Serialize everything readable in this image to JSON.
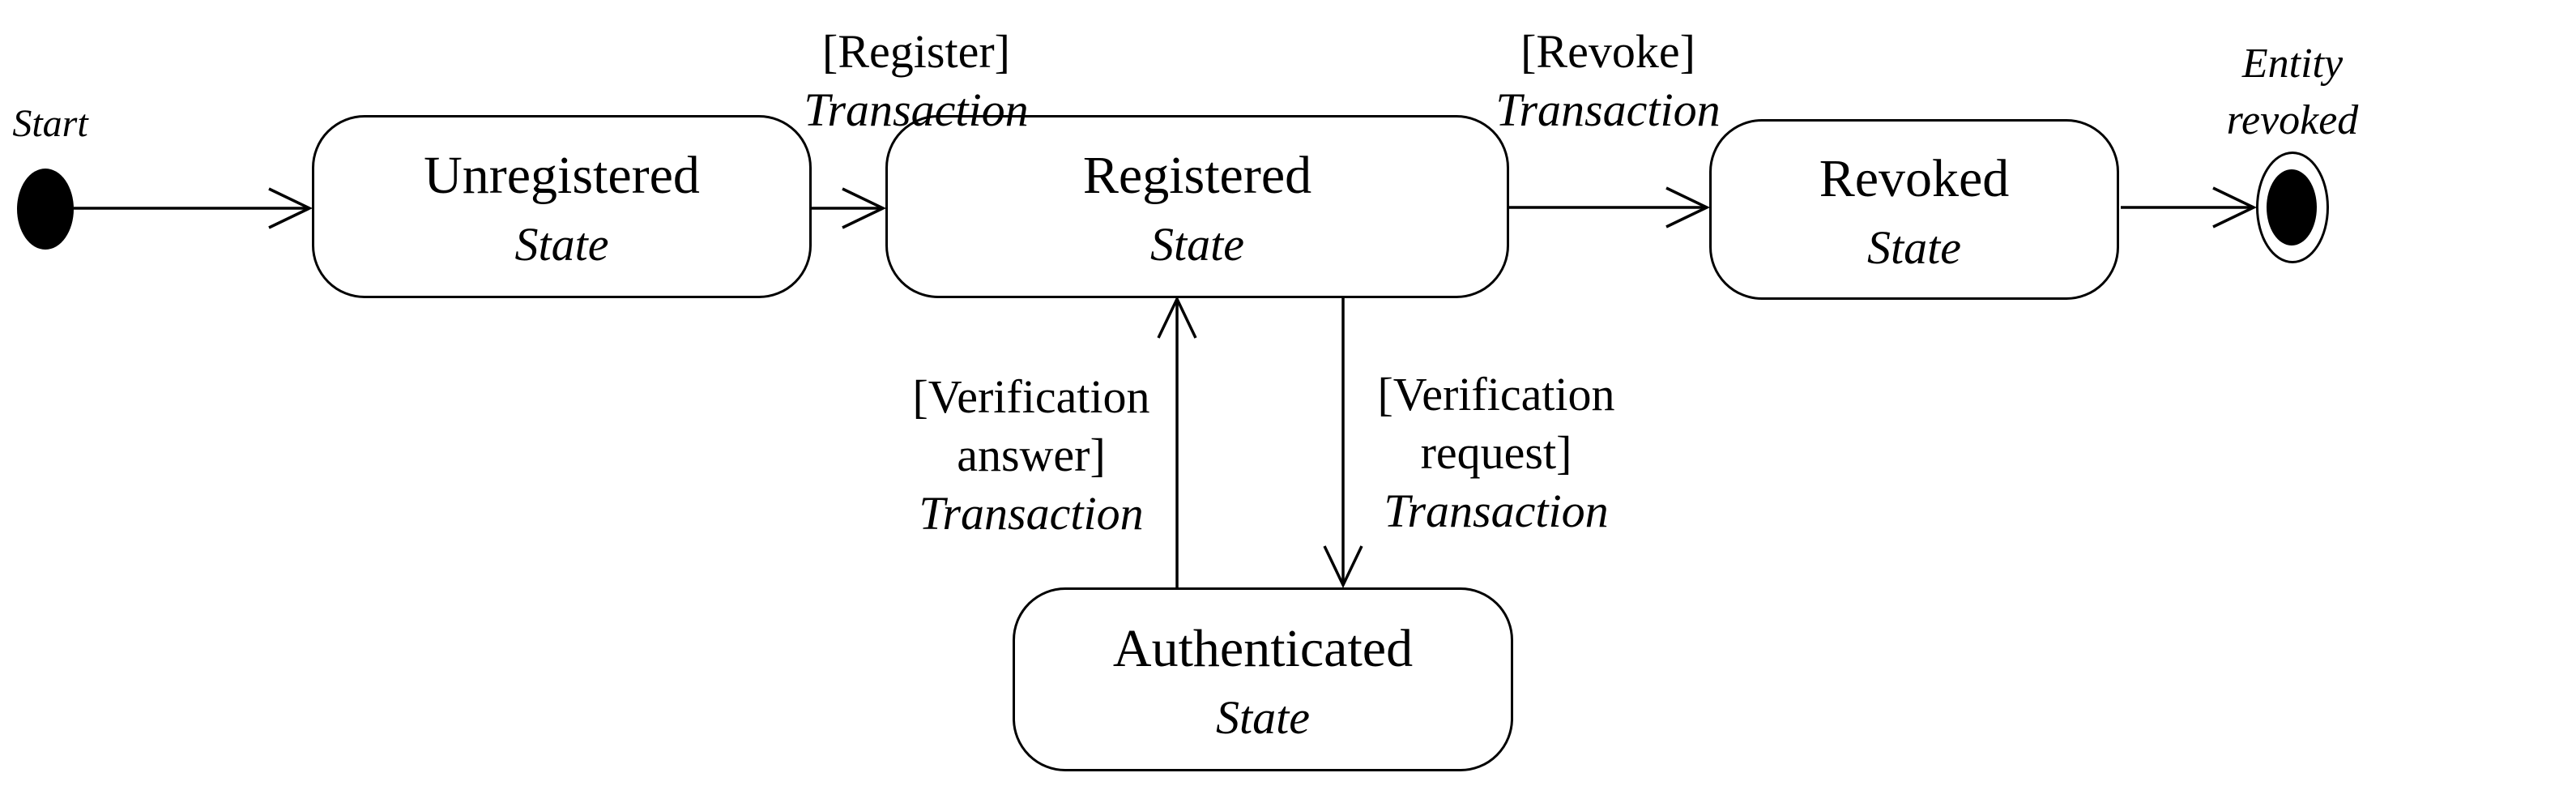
{
  "diagram": {
    "type": "uml-state-diagram",
    "colors": {
      "stroke": "#000000",
      "background": "#ffffff"
    },
    "start": {
      "label": "Start"
    },
    "end": {
      "label_lines": [
        "Entity",
        "revoked"
      ]
    },
    "states": [
      {
        "id": "unregistered",
        "name": "Unregistered",
        "stereotype": "State"
      },
      {
        "id": "registered",
        "name": "Registered",
        "stereotype": "State"
      },
      {
        "id": "revoked",
        "name": "Revoked",
        "stereotype": "State"
      },
      {
        "id": "authenticated",
        "name": "Authenticated",
        "stereotype": "State"
      }
    ],
    "transitions": [
      {
        "id": "start-to-unregistered",
        "from": "Start",
        "to": "Unregistered",
        "guard_lines": [],
        "action": ""
      },
      {
        "id": "register",
        "from": "Unregistered",
        "to": "Registered",
        "guard_lines": [
          "[Register]"
        ],
        "action": "Transaction"
      },
      {
        "id": "revoke",
        "from": "Registered",
        "to": "Revoked",
        "guard_lines": [
          "[Revoke]"
        ],
        "action": "Transaction"
      },
      {
        "id": "verification-answer",
        "from": "Authenticated",
        "to": "Registered",
        "guard_lines": [
          "[Verification",
          "answer]"
        ],
        "action": "Transaction"
      },
      {
        "id": "verification-request",
        "from": "Registered",
        "to": "Authenticated",
        "guard_lines": [
          "[Verification",
          "request]"
        ],
        "action": "Transaction"
      },
      {
        "id": "revoked-to-end",
        "from": "Revoked",
        "to": "Entity revoked",
        "guard_lines": [],
        "action": ""
      }
    ]
  }
}
